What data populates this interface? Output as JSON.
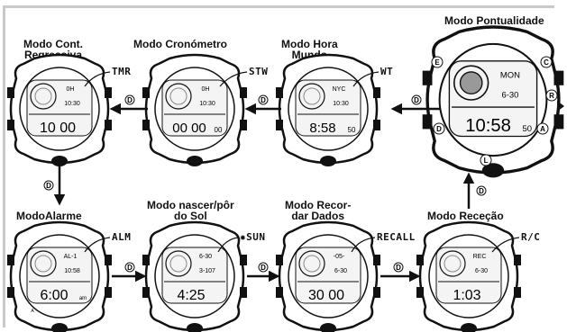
{
  "modes": {
    "countdown": {
      "title_line1": "Modo Cont.",
      "title_line2": "Regressiva",
      "tag": "TMR",
      "top": "0H",
      "mid": "10:30",
      "main": "10 00"
    },
    "stopwatch": {
      "title": "Modo Cronómetro",
      "tag": "STW",
      "top": "0H",
      "mid": "10:30",
      "main": "00 00",
      "sec": "00"
    },
    "worldtime": {
      "title_line1": "Modo Hora",
      "title_line2": "Mundo",
      "tag": "WT",
      "top": "NYC",
      "mid": "10:30",
      "main": "8:58",
      "sec": "50"
    },
    "timekeeping": {
      "title": "Modo Pontualidade",
      "top": "MON",
      "mid": "6-30",
      "main": "10:58",
      "sec": "50"
    },
    "alarm": {
      "title": "ModoAlarme",
      "tag": "ALM",
      "top": "AL-1",
      "mid": "10:58",
      "main": "6:00",
      "suffix": "am",
      "pm_mark": "A"
    },
    "sunrise": {
      "title_line1": "Modo nascer/pôr",
      "title_line2": "do Sol",
      "tag": "SUN",
      "top": "6-30",
      "mid": "3-107",
      "main": "4:25"
    },
    "recall": {
      "title_line1": "Modo Recor-",
      "title_line2": "dar Dados",
      "tag": "RECALL",
      "top": "-05-",
      "mid": "6-30",
      "main": "30 00"
    },
    "reception": {
      "title": "Modo Receção",
      "tag": "R/C",
      "top": "REC",
      "mid": "6-30",
      "main": "1:03"
    }
  },
  "buttons": {
    "D": "D",
    "E": "E",
    "C": "C",
    "R": "R",
    "A": "A",
    "L": "L"
  }
}
